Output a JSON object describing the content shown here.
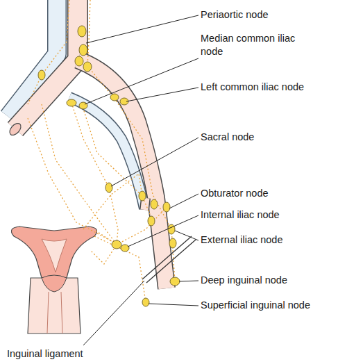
{
  "diagram": {
    "labels": [
      "Periaortic node",
      "Median common iliac node",
      "Left common iliac node",
      "Sacral node",
      "Obturator node",
      "Internal iliac node",
      "External iliac node",
      "Deep inguinal node",
      "Superficial inguinal node",
      "Inguinal ligament"
    ]
  }
}
